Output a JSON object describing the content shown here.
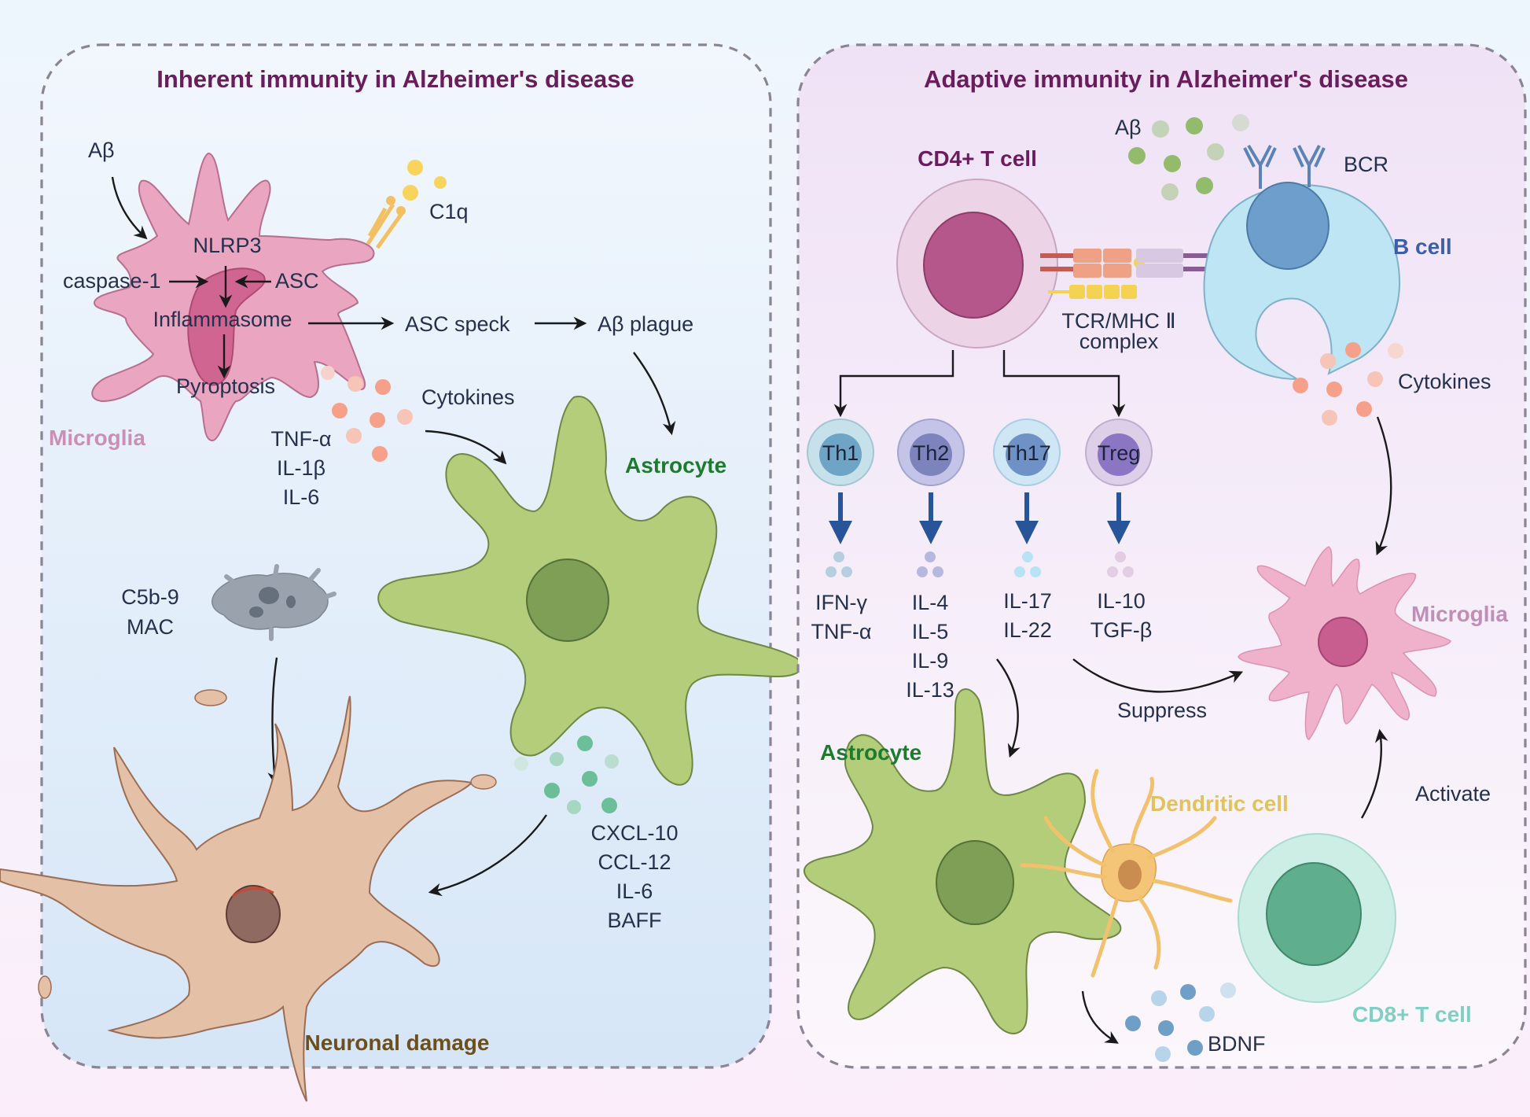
{
  "figure": {
    "left_panel": {
      "title": "Inherent immunity in Alzheimer's disease",
      "labels": {
        "abeta": "Aβ",
        "c1q": "C1q",
        "nlrp3": "NLRP3",
        "caspase1": "caspase-1",
        "asc": "ASC",
        "inflammasome": "Inflammasome",
        "pyroptosis": "Pyroptosis",
        "asc_speck": "ASC speck",
        "abeta_plague": "Aβ plague",
        "microglia": "Microglia",
        "cytokines": "Cytokines",
        "cytokine_list": [
          "TNF-α",
          "IL-1β",
          "IL-6"
        ],
        "astrocyte": "Astrocyte",
        "mac_line1": "C5b-9",
        "mac_line2": "MAC",
        "chemokine_list": [
          "CXCL-10",
          "CCL-12",
          "IL-6",
          "BAFF"
        ],
        "neuronal_damage": "Neuronal damage"
      }
    },
    "right_panel": {
      "title": "Adaptive immunity in Alzheimer's disease",
      "labels": {
        "cd4": "CD4+ T cell",
        "abeta": "Aβ",
        "bcr": "BCR",
        "bcell": "B cell",
        "tcr_line1": "TCR/MHC Ⅱ",
        "tcr_line2": "complex",
        "cytokines": "Cytokines",
        "microglia": "Microglia",
        "suppress": "Suppress",
        "astrocyte": "Astrocyte",
        "dendritic": "Dendritic cell",
        "activate": "Activate",
        "cd8": "CD8+ T cell",
        "bdnf": "BDNF"
      },
      "th_subsets": [
        {
          "name": "Th1",
          "cytokines": [
            "IFN-γ",
            "TNF-α"
          ]
        },
        {
          "name": "Th2",
          "cytokines": [
            "IL-4",
            "IL-5",
            "IL-9",
            "IL-13"
          ]
        },
        {
          "name": "Th17",
          "cytokines": [
            "IL-17",
            "IL-22"
          ]
        },
        {
          "name": "Treg",
          "cytokines": [
            "IL-10",
            "TGF-β"
          ]
        }
      ]
    },
    "colors": {
      "title": "#6a1d5c",
      "microglia_label": "#c98fb8",
      "astrocyte_label": "#1e7a2e",
      "bcell_label": "#3d5fa8",
      "dendritic_label": "#e2c25a",
      "cd8_label": "#7fcfc2",
      "neuronal_label": "#6b4f1e"
    }
  }
}
